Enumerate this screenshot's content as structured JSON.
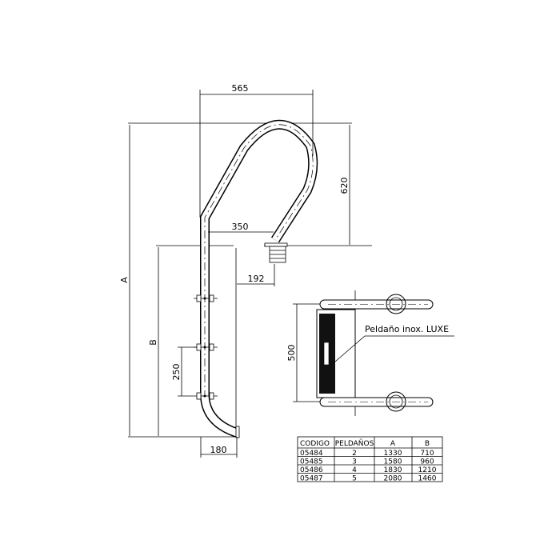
{
  "dimensions": {
    "width_total": "565",
    "handrail_height": "620",
    "handrail_reach": "350",
    "anchor_offset": "192",
    "foot_offset": "180",
    "step_spacing": "250",
    "step_width": "500",
    "height_a": "A",
    "height_b": "B"
  },
  "callout": "Peldaño inox. LUXE",
  "table": {
    "headers": [
      "CODIGO",
      "PELDAÑOS",
      "A",
      "B"
    ],
    "rows": [
      [
        "05484",
        "2",
        "1330",
        "710"
      ],
      [
        "05485",
        "3",
        "1580",
        "960"
      ],
      [
        "05486",
        "4",
        "1830",
        "1210"
      ],
      [
        "05487",
        "5",
        "2080",
        "1460"
      ]
    ]
  }
}
